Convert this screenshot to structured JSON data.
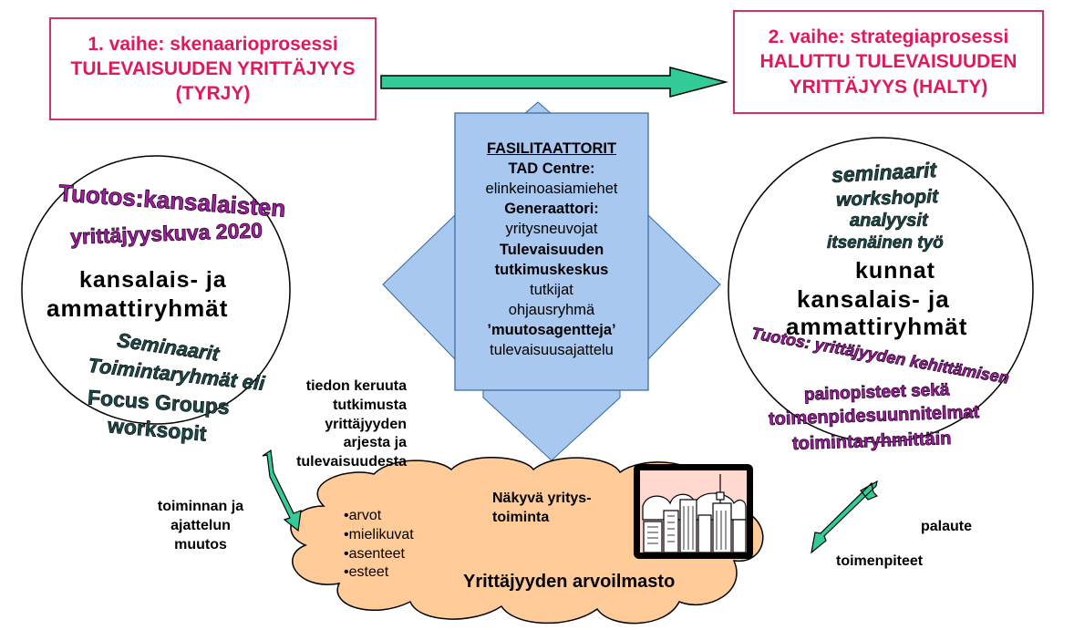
{
  "phase1": {
    "line1": "1. vaihe: skenaarioprosessi",
    "line2": "TULEVAISUUDEN YRITTÄJYYS",
    "line3": "(TYRJY)"
  },
  "phase2": {
    "line1": "2. vaihe: strategiaprosessi",
    "line2": "HALUTTU TULEVAISUUDEN",
    "line3": "YRITTÄJYYS (HALTY)"
  },
  "facilitators": {
    "heading": "FASILITAATTORIT",
    "l1": "TAD Centre:",
    "l2": "elinkeinoasiamiehet",
    "l3": "Generaattori:",
    "l4": "yritysneuvojat",
    "l5": "Tulevaisuuden",
    "l6": "tutkimuskeskus",
    "l7": "tutkijat",
    "l8": "ohjausryhmä",
    "l9": "’muutosagentteja’",
    "l10": "tulevaisuusajattelu"
  },
  "left_circle": {
    "t1": "Tuotos:kansalaisten",
    "t2": "yrittäjyyskuva 2020",
    "t3": "kansalais- ja",
    "t4": "ammattiryhmät",
    "t5": "Seminaarit",
    "t6": "Toimintaryhmät eli",
    "t7": "Focus Groups",
    "t8": "worksopit"
  },
  "right_circle": {
    "t1": "seminaarit",
    "t2": "workshopit",
    "t3": "analyysit",
    "t4": "itsenäinen työ",
    "t5": "kunnat",
    "t6": "kansalais- ja",
    "t7": "ammattiryhmät",
    "t8": "Tuotos: yrittäjyyden kehittämisen",
    "t9": "painopisteet sekä",
    "t10": "toimenpidesuunnitelmat",
    "t11": "toimintaryhmittäin"
  },
  "research": {
    "l1": "tiedon keruuta",
    "l2": "tutkimusta",
    "l3": "yrittäjyyden",
    "l4": "arjesta ja",
    "l5": "tulevaisuudesta"
  },
  "change": {
    "l1": "toiminnan ja",
    "l2": "ajattelun",
    "l3": "muutos"
  },
  "cloud": {
    "items": [
      "•arvot",
      "•mielikuvat",
      "•asenteet",
      "•esteet"
    ],
    "visible1": "Näkyvä yritys-",
    "visible2": "toiminta",
    "title": "Yrittäjyyden arvoilmasto"
  },
  "feedback": "palaute",
  "actions": "toimenpiteet",
  "colors": {
    "box_border": "#cc3366",
    "box_text": "#e0195a",
    "center_fill": "#a8c8f0",
    "arrow_fill": "#33cc99",
    "cloud_fill": "#ffcc99"
  }
}
